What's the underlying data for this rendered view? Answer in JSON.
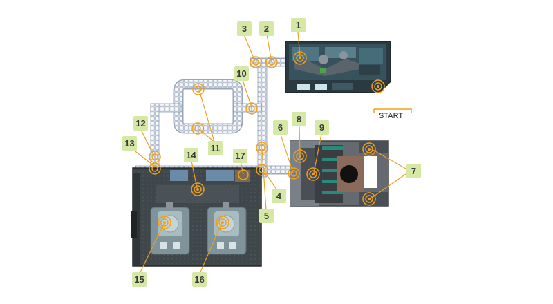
{
  "map": {
    "start_label": "START",
    "accent_color": "#f0a01a",
    "label_color": "#d6e8a6",
    "labels": [
      "1",
      "2",
      "3",
      "4",
      "5",
      "6",
      "7",
      "8",
      "9",
      "10",
      "11",
      "12",
      "13",
      "14",
      "15",
      "16",
      "17"
    ]
  }
}
